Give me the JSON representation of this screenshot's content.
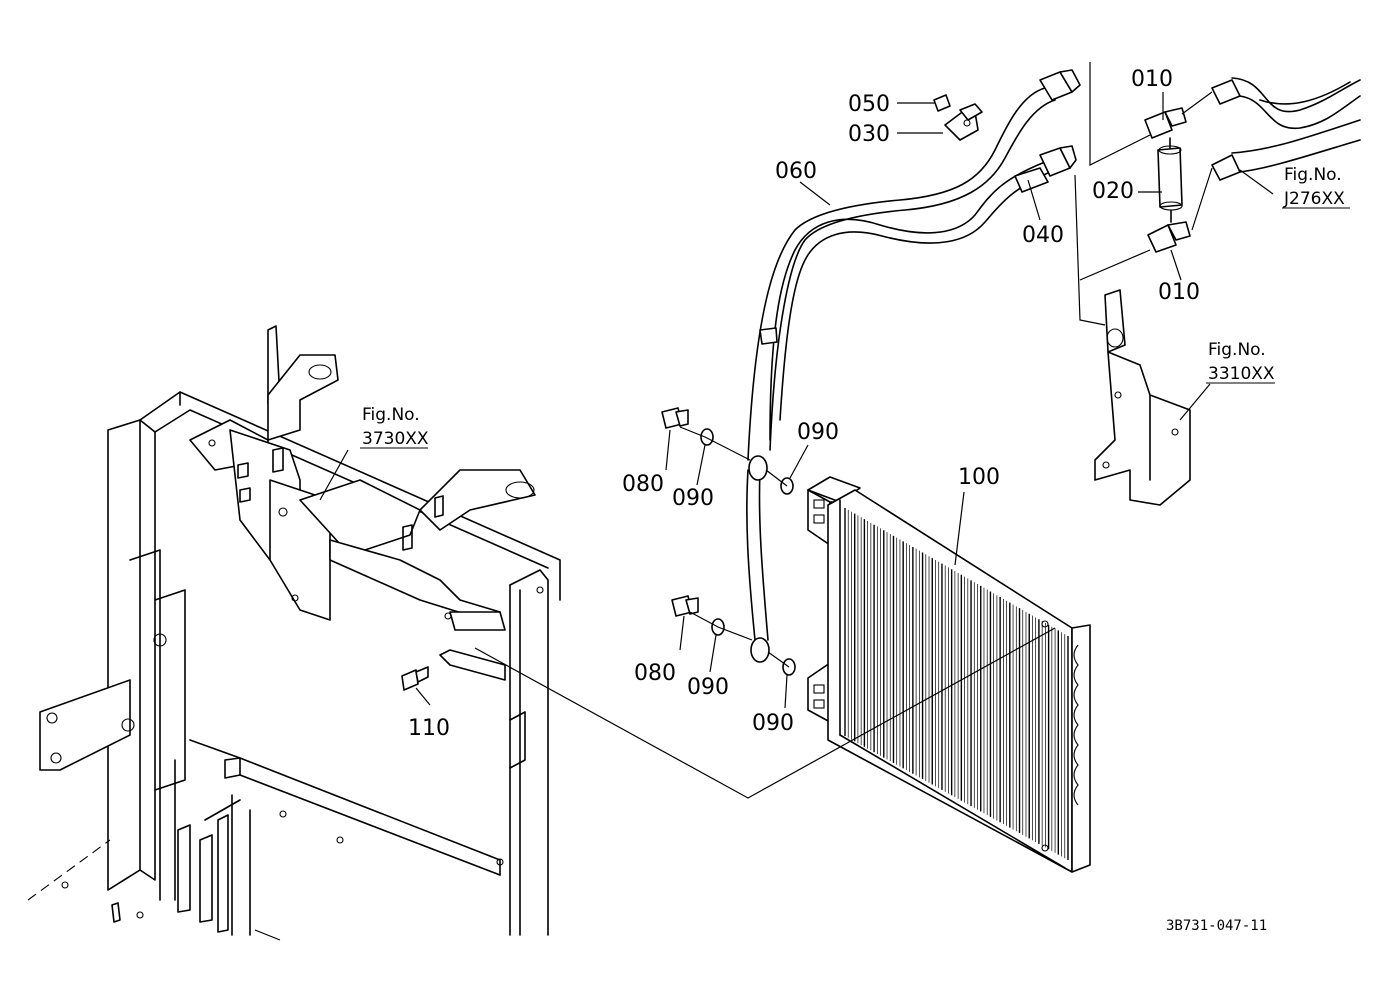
{
  "parts": {
    "p010_top": "010",
    "p010_bottom": "010",
    "p020": "020",
    "p030": "030",
    "p040": "040",
    "p050": "050",
    "p060": "060",
    "p080_top": "080",
    "p080_bottom": "080",
    "p090_a": "090",
    "p090_b": "090",
    "p090_c": "090",
    "p090_d": "090",
    "p100": "100",
    "p110": "110"
  },
  "refs": {
    "j276_title": "Fig.No.",
    "j276_code": "J276XX",
    "r3310_title": "Fig.No.",
    "r3310_code": "3310XX",
    "r3730_title": "Fig.No.",
    "r3730_code": "3730XX"
  },
  "drawing_code": "3B731-047-11"
}
